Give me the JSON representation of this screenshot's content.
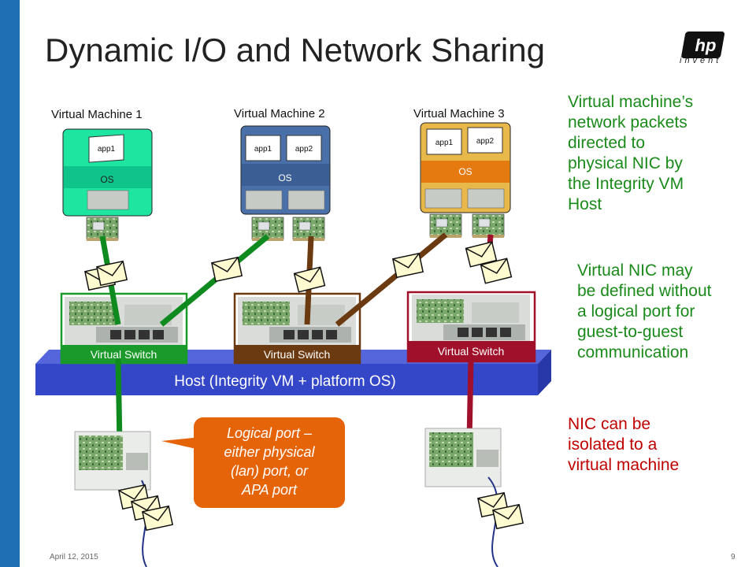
{
  "title": "Dynamic I/O and Network Sharing",
  "brand": {
    "logo_text": "hp",
    "tagline": "invent"
  },
  "vms": [
    {
      "label": "Virtual Machine 1",
      "apps": [
        "app1"
      ],
      "os": "OS"
    },
    {
      "label": "Virtual Machine 2",
      "apps": [
        "app1",
        "app2"
      ],
      "os": "OS"
    },
    {
      "label": "Virtual Machine 3",
      "apps": [
        "app1",
        "app2"
      ],
      "os": "OS"
    }
  ],
  "switches": [
    "Virtual Switch",
    "Virtual Switch",
    "Virtual Switch"
  ],
  "host_label": "Host (Integrity VM + platform OS)",
  "callout_lines": [
    "Logical port –",
    "either physical",
    "(lan) port, or",
    "APA port"
  ],
  "notes": {
    "packets": [
      "Virtual machine’s",
      "network packets",
      "directed to",
      "physical NIC by",
      "the Integrity VM",
      "Host"
    ],
    "virtual_nic": [
      "Virtual NIC may",
      "be defined without",
      "a logical port for",
      "guest-to-guest",
      "communication"
    ],
    "isolated": [
      "NIC can be",
      "isolated to a",
      "virtual machine"
    ]
  },
  "footer": {
    "date": "April 12, 2015",
    "page": "9"
  },
  "colors": {
    "accent_blue": "#1f6fb5",
    "host_blue": "#3347c8",
    "vm1": "#1ee6a0",
    "vm2": "#4a70aa",
    "vm3": "#e8b84a",
    "link_green": "#0f8a1f",
    "link_brown": "#6b3a10",
    "link_red": "#a0102a",
    "switch_red": "#a0102a"
  }
}
